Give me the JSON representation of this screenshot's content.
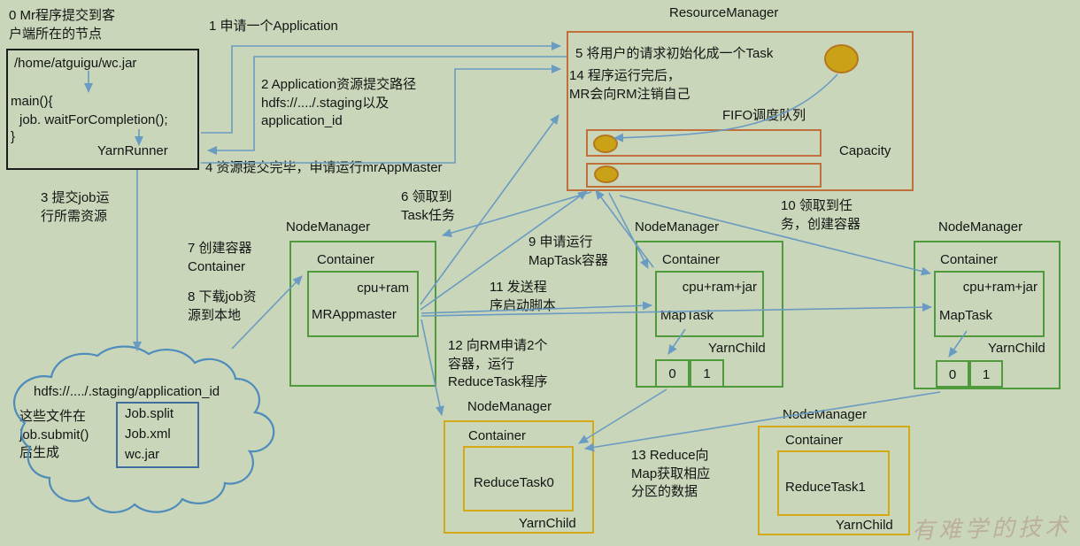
{
  "colors": {
    "background": "#c9d6ba",
    "arrow_blue": "#6a9bc2",
    "nodemanager_green": "#4f9a3d",
    "resourcemanager_orange": "#c1703c",
    "reducetask_gold": "#d4a917",
    "task_ellipse_fill": "#c9a217",
    "cloud_blue": "#4e8cbb",
    "job_box_blue": "#3f6e9e",
    "text": "#141414",
    "watermark": "#b08a80"
  },
  "client": {
    "note": "0 Mr程序提交到客\n户端所在的节点",
    "jar_path": "/home/atguigu/wc.jar",
    "code_line1": "main(){",
    "code_line2": "job. waitForCompletion();",
    "code_line3": "}",
    "runner": "YarnRunner"
  },
  "annotations": {
    "a1": "1 申请一个Application",
    "a2": "2 Application资源提交路径\nhdfs://..../.staging以及\napplication_id",
    "a3": "3 提交job运\n行所需资源",
    "a4": "4 资源提交完毕，申请运行mrAppMaster",
    "a6": "6 领取到\nTask任务",
    "a7": "7 创建容器\nContainer",
    "a8": "8 下载job资\n源到本地",
    "a9": "9 申请运行\nMapTask容器",
    "a10": "10 领取到任\n务，创建容器",
    "a11": "11 发送程\n序启动脚本",
    "a12": "12 向RM申请2个\n容器，运行\nReduceTask程序",
    "a13": "13 Reduce向\nMap获取相应\n分区的数据"
  },
  "resource_manager": {
    "title": "ResourceManager",
    "line5": "5 将用户的请求初始化成一个Task",
    "line14": "14 程序运行完后，\nMR会向RM注销自己",
    "fifo_label": "FIFO调度队列",
    "capacity_label": "Capacity"
  },
  "node_managers": {
    "nm1": {
      "title": "NodeManager",
      "container": "Container",
      "resources": "cpu+ram",
      "process": "MRAppmaster"
    },
    "nm2": {
      "title": "NodeManager",
      "container": "Container",
      "resources": "cpu+ram+jar",
      "process": "MapTask",
      "child": "YarnChild",
      "partitions": [
        "0",
        "1"
      ]
    },
    "nm3": {
      "title": "NodeManager",
      "container": "Container",
      "resources": "cpu+ram+jar",
      "process": "MapTask",
      "child": "YarnChild",
      "partitions": [
        "0",
        "1"
      ]
    },
    "nm4": {
      "title": "NodeManager",
      "container": "Container",
      "process": "ReduceTask0",
      "child": "YarnChild"
    },
    "nm5": {
      "title": "NodeManager",
      "container": "Container",
      "process": "ReduceTask1",
      "child": "YarnChild"
    }
  },
  "hdfs_cloud": {
    "path": "hdfs://..../.staging/application_id",
    "note": "这些文件在\njob.submit()\n后生成",
    "files": [
      "Job.split",
      "Job.xml",
      "wc.jar"
    ]
  },
  "watermark": "有难学的技术"
}
